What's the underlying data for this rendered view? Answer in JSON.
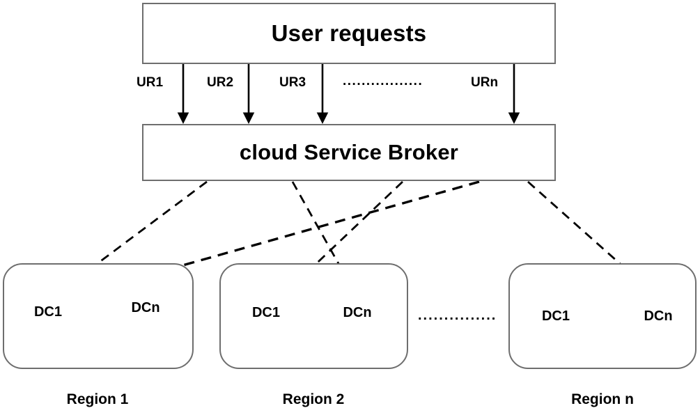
{
  "diagram": {
    "title_box": {
      "label": "User requests"
    },
    "broker_box": {
      "label": "cloud Service Broker"
    },
    "request_flows": [
      {
        "label": "UR1"
      },
      {
        "label": "UR2"
      },
      {
        "label": "UR3"
      },
      {
        "label": "................."
      },
      {
        "label": "URn"
      }
    ],
    "regions": [
      {
        "label": "Region 1",
        "datacenters": [
          {
            "label": "DC1"
          },
          {
            "label": "DCn"
          }
        ]
      },
      {
        "label": "Region 2",
        "datacenters": [
          {
            "label": "DC1"
          },
          {
            "label": "DCn"
          }
        ]
      },
      {
        "label": "Region n",
        "datacenters": [
          {
            "label": "DC1"
          },
          {
            "label": "DCn"
          }
        ]
      }
    ],
    "region_ellipsis": "...............",
    "colors": {
      "box_border": "#6e6e6e",
      "box_fill": "#ffffff",
      "cylinder_fill": "#d8d8d8",
      "cylinder_top_fill": "#d2d2d2",
      "cylinder_stroke": "#4d4d4d",
      "arrow_solid": "#000000",
      "arrow_dashed": "#000000",
      "text": "#000000"
    }
  }
}
